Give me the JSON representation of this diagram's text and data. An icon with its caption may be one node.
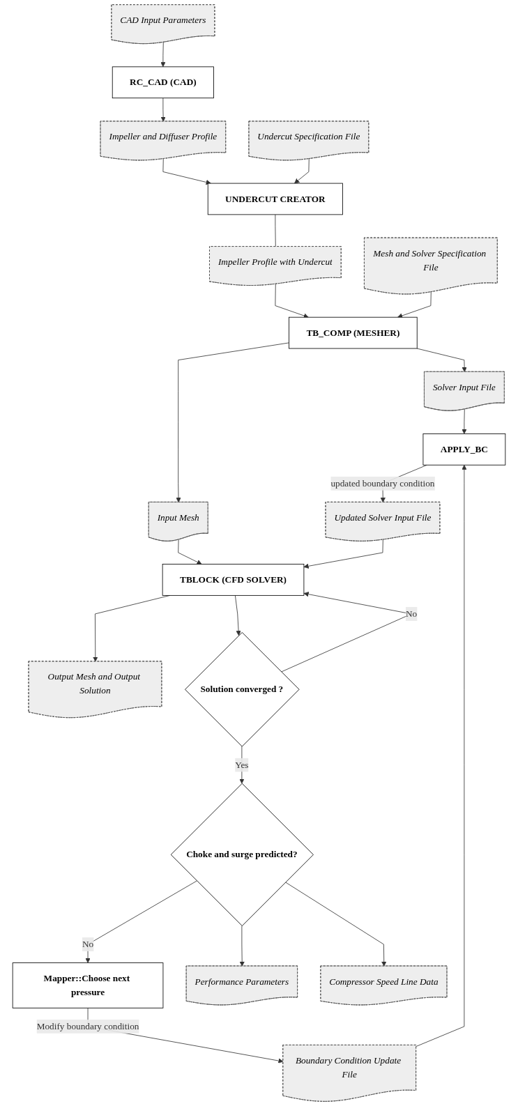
{
  "diagram": {
    "nodes": [
      {
        "text": [
          "RC_CAD (CAD)"
        ]
      },
      {
        "text": [
          "CAD Input Parameters"
        ]
      },
      {
        "text": [
          "Impeller and Diffuser Profile"
        ]
      },
      {
        "text": [
          "Undercut Specification File"
        ]
      },
      {
        "text": [
          "UNDERCUT CREATOR"
        ]
      },
      {
        "text": [
          "Mesh and Solver Specification File"
        ]
      },
      {
        "text": [
          "Impeller Profile with Undercut"
        ]
      },
      {
        "text": [
          "Solver Input File"
        ]
      },
      {
        "text": [
          "TB_COMP (MESHER)"
        ]
      },
      {
        "text": [
          "APPLY_BC"
        ]
      },
      {
        "text": [
          "Input Mesh"
        ]
      },
      {
        "text": [
          "TBLOCK (CFD SOLVER)"
        ]
      },
      {
        "text": [
          "Updated Solver Input File"
        ]
      },
      {
        "text": [
          "Boundary Condition Update File"
        ]
      },
      {
        "text": [
          "Output Mesh and Output Solution"
        ]
      },
      {
        "text": [
          "Solution converged ?"
        ]
      },
      {
        "text": [
          "Mapper::Choose next pressure"
        ]
      },
      {
        "text": [
          "Choke and surge predicted?"
        ]
      },
      {
        "text": [
          "Performance Parameters"
        ]
      },
      {
        "text": [
          "Compressor Speed Line Data"
        ]
      }
    ],
    "edges": [
      {
        "from": 1,
        "to": 0,
        "arrow": "to"
      },
      {
        "from": 0,
        "to": 2,
        "arrow": "to"
      },
      {
        "from": 2,
        "to": 4,
        "arrow": "to"
      },
      {
        "from": 3,
        "to": 4,
        "arrow": "to"
      },
      {
        "from": 4,
        "to": 6,
        "arrow": "none"
      },
      {
        "from": 6,
        "to": 8,
        "arrow": "to"
      },
      {
        "from": 5,
        "to": 8,
        "arrow": "to"
      },
      {
        "from": 8,
        "to": 7,
        "arrow": "to"
      },
      {
        "from": 7,
        "to": 9,
        "arrow": "to"
      },
      {
        "from": 8,
        "to": 10,
        "arrow": "to"
      },
      {
        "from": 10,
        "to": 11,
        "arrow": "to"
      },
      {
        "from": 9,
        "to": 12,
        "arrow": "to",
        "label": "updated boundary condition"
      },
      {
        "from": 12,
        "to": 11,
        "arrow": "to"
      },
      {
        "from": 11,
        "to": 14,
        "arrow": "to"
      },
      {
        "from": 11,
        "to": 15,
        "arrow": "to"
      },
      {
        "from": 15,
        "to": 11,
        "arrow": "to",
        "label": "No"
      },
      {
        "from": 15,
        "to": 17,
        "arrow": "to",
        "label": "Yes"
      },
      {
        "from": 17,
        "to": 16,
        "arrow": "to",
        "label": "No"
      },
      {
        "from": 16,
        "to": 13,
        "arrow": "to",
        "label": "Modify boundary condition"
      },
      {
        "from": 13,
        "to": 9,
        "arrow": "to"
      },
      {
        "from": 17,
        "to": 18,
        "arrow": "to"
      },
      {
        "from": 17,
        "to": 19,
        "arrow": "to"
      }
    ]
  }
}
